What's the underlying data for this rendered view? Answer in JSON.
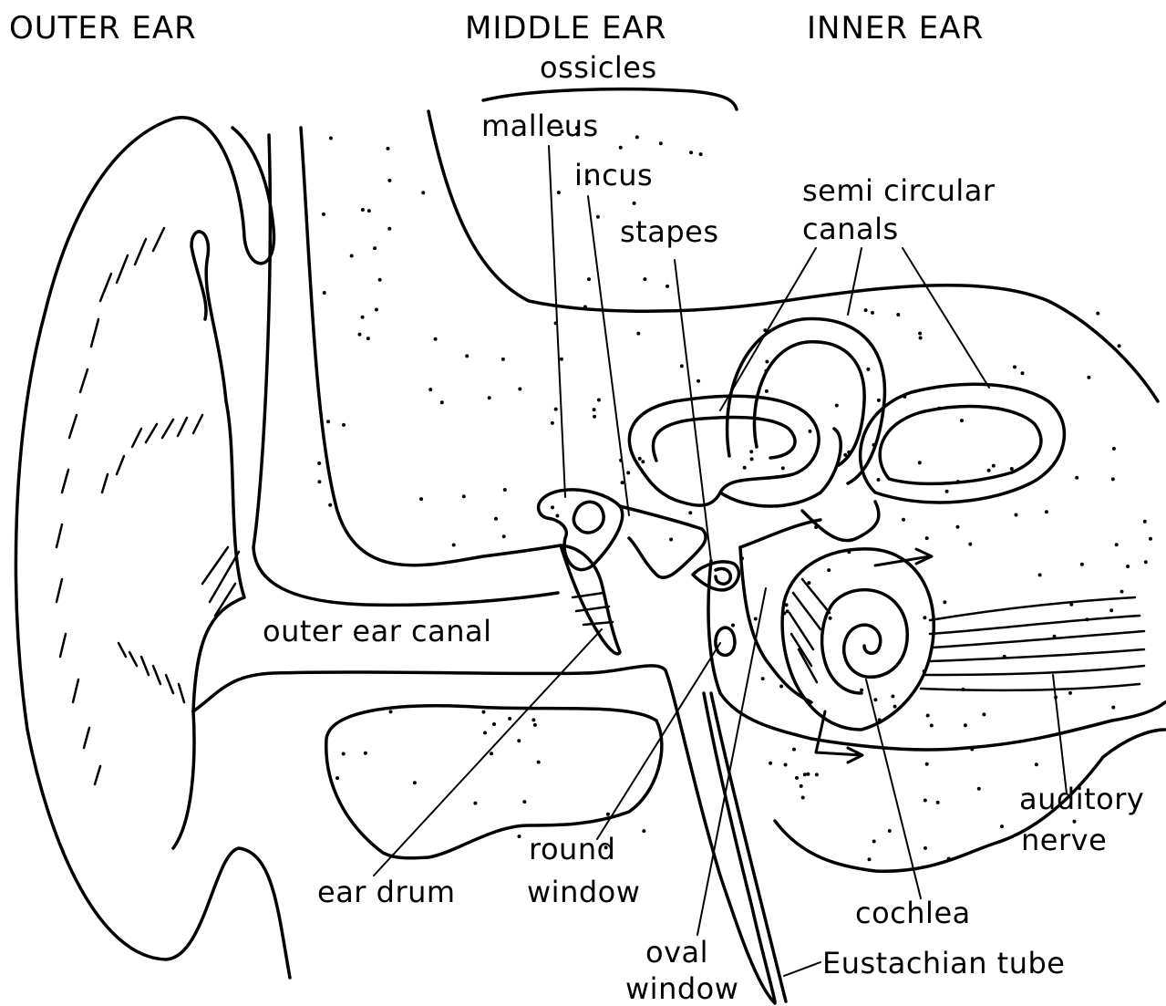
{
  "headers": {
    "outer_ear": "OUTER EAR",
    "middle_ear": "MIDDLE EAR",
    "inner_ear": "INNER EAR"
  },
  "labels": {
    "ossicles": "ossicles",
    "malleus": "malleus",
    "incus": "incus",
    "stapes": "stapes",
    "semicircular_line1": "semi circular",
    "semicircular_line2": "canals",
    "outer_ear_canal": "outer ear canal",
    "ear_drum": "ear drum",
    "round_window_line1": "round",
    "round_window_line2": "window",
    "oval_window_line1": "oval",
    "oval_window_line2": "window",
    "cochlea": "cochlea",
    "eustachian_tube": "Eustachian tube",
    "auditory_nerve_line1": "auditory",
    "auditory_nerve_line2": "nerve"
  },
  "colors": {
    "ink": "#000000",
    "paper": "#ffffff"
  }
}
